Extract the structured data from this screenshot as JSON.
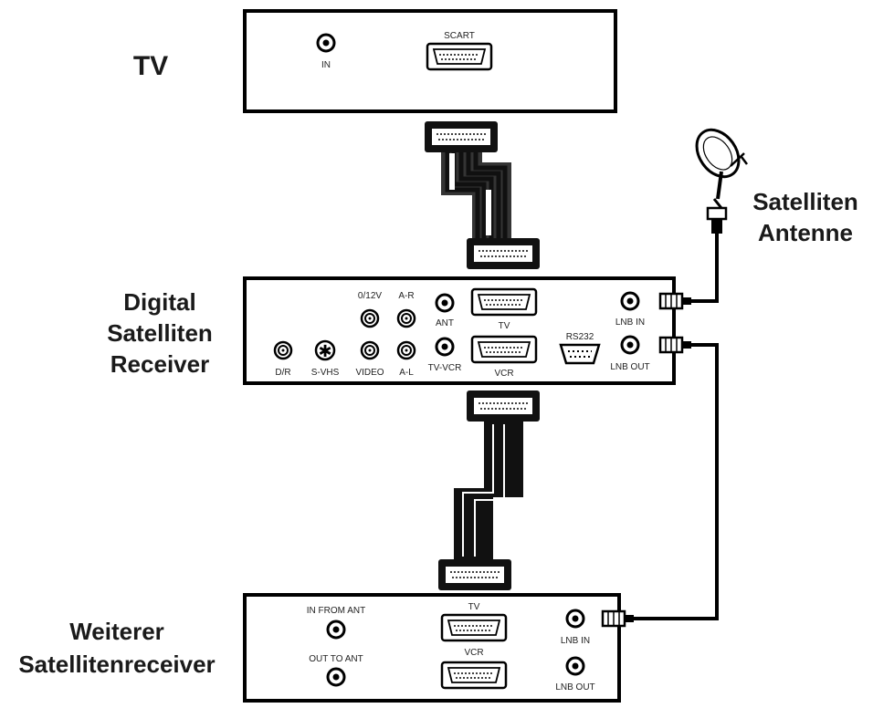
{
  "colors": {
    "line": "#000000",
    "background": "#ffffff",
    "text": "#1a1a1a"
  },
  "devices": {
    "tv": {
      "label": "TV",
      "ports": {
        "in": "IN",
        "scart": "SCART"
      }
    },
    "receiver": {
      "label_lines": [
        "Digital",
        "Satelliten",
        "Receiver"
      ],
      "ports": {
        "v12": "0/12V",
        "ar": "A-R",
        "ant": "ANT",
        "tv": "TV",
        "lnb_in": "LNB IN",
        "dr": "D/R",
        "svhs": "S-VHS",
        "video": "VIDEO",
        "al": "A-L",
        "tvvcr": "TV-VCR",
        "vcr": "VCR",
        "rs232": "RS232",
        "lnb_out": "LNB OUT"
      }
    },
    "antenna": {
      "label_lines": [
        "Satelliten",
        "Antenne"
      ]
    },
    "second": {
      "label_lines": [
        "Weiterer",
        "Satellitenreceiver"
      ],
      "ports": {
        "in_from_ant": "IN FROM ANT",
        "out_to_ant": "OUT TO ANT",
        "tv": "TV",
        "vcr": "VCR",
        "lnb_in": "LNB IN",
        "lnb_out": "LNB OUT"
      }
    }
  }
}
